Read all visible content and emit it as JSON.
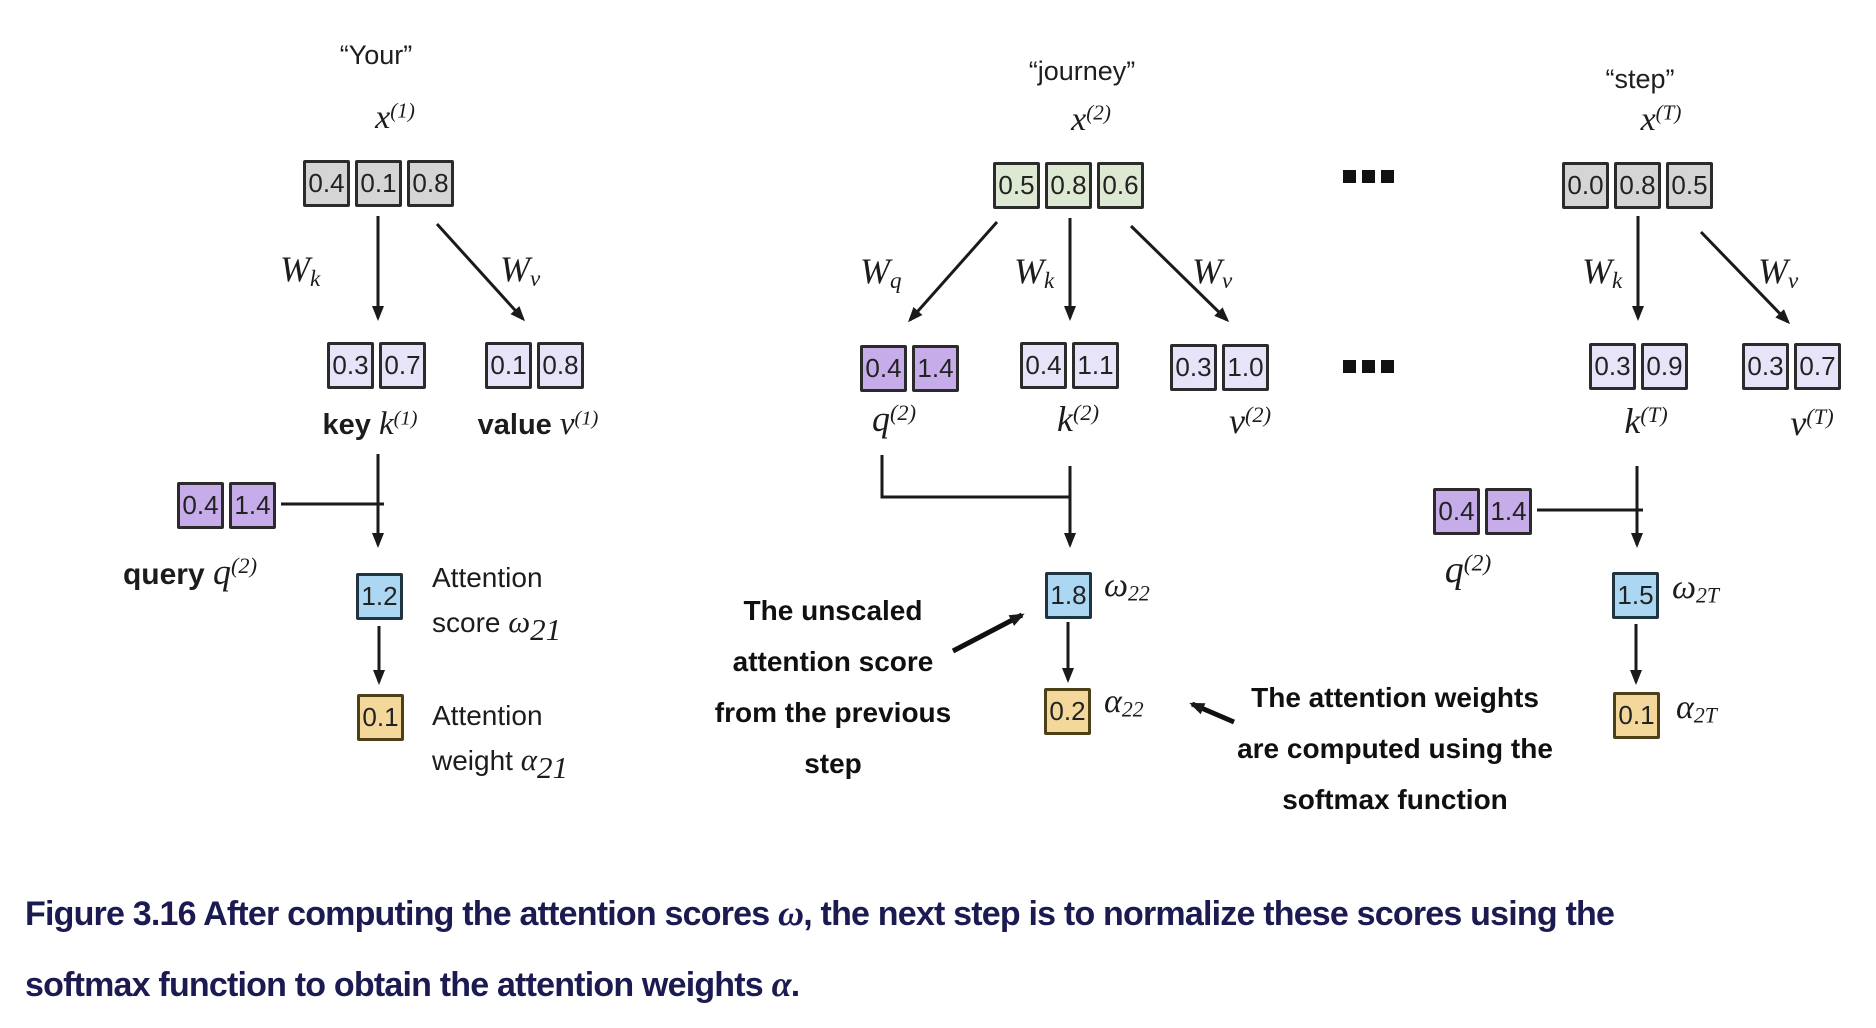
{
  "columns": {
    "col1": {
      "word": "“Your”",
      "x_base": "x",
      "x_sup": "(1)",
      "x_values": [
        "0.4",
        "0.1",
        "0.8"
      ],
      "wk_base": "W",
      "wk_sub": "k",
      "wv_base": "W",
      "wv_sub": "v",
      "key_word": "key ",
      "key_base": "k",
      "key_sup": "(1)",
      "key_values": [
        "0.3",
        "0.7"
      ],
      "value_word": "value ",
      "value_base": "v",
      "value_sup": "(1)",
      "value_values": [
        "0.1",
        "0.8"
      ],
      "query_word": "query ",
      "query_base": "q",
      "query_sup": "(2)",
      "query_values": [
        "0.4",
        "1.4"
      ],
      "score_value": "1.2",
      "score_line1": "Attention",
      "score_line2": "score ",
      "score_sym": "ω",
      "score_sub": "21",
      "weight_value": "0.1",
      "weight_line1": "Attention",
      "weight_line2": "weight ",
      "weight_sym": "α",
      "weight_sub": "21"
    },
    "col2": {
      "word": "“journey”",
      "x_base": "x",
      "x_sup": "(2)",
      "x_values": [
        "0.5",
        "0.8",
        "0.6"
      ],
      "wq_base": "W",
      "wq_sub": "q",
      "wk_base": "W",
      "wk_sub": "k",
      "wv_base": "W",
      "wv_sub": "v",
      "q_base": "q",
      "q_sup": "(2)",
      "q_values": [
        "0.4",
        "1.4"
      ],
      "k_base": "k",
      "k_sup": "(2)",
      "k_values": [
        "0.4",
        "1.1"
      ],
      "v_base": "v",
      "v_sup": "(2)",
      "v_values": [
        "0.3",
        "1.0"
      ],
      "score_value": "1.8",
      "score_sym": "ω",
      "score_sub": "22",
      "weight_value": "0.2",
      "weight_sym": "α",
      "weight_sub": "22"
    },
    "col3": {
      "word": "“step”",
      "x_base": "x",
      "x_sup": "(T)",
      "x_values": [
        "0.0",
        "0.8",
        "0.5"
      ],
      "wk_base": "W",
      "wk_sub": "k",
      "wv_base": "W",
      "wv_sub": "v",
      "k_base": "k",
      "k_sup": "(T)",
      "k_values": [
        "0.3",
        "0.9"
      ],
      "v_base": "v",
      "v_sup": "(T)",
      "v_values": [
        "0.3",
        "0.7"
      ],
      "query_base": "q",
      "query_sup": "(2)",
      "query_values": [
        "0.4",
        "1.4"
      ],
      "score_value": "1.5",
      "score_sym": "ω",
      "score_sub": "2T",
      "weight_value": "0.1",
      "weight_sym": "α",
      "weight_sub": "2T"
    }
  },
  "annotations": {
    "unscaled_lines": [
      "The unscaled",
      "attention score",
      "from the previous",
      "step"
    ],
    "softmax_lines": [
      "The attention weights",
      "are computed using the",
      "softmax function"
    ]
  },
  "ellipsis_label": "...",
  "caption": {
    "l1a": "Figure 3.16 After computing the attention scores ",
    "l1sym": "ω",
    "l1b": ", the next step is to normalize these scores using the",
    "l2a": "softmax function to obtain the attention weights ",
    "l2sym": "α",
    "l2b": "."
  },
  "colors": {
    "box_gray": "#d5d5d5",
    "box_green": "#dde9d2",
    "box_light_purple": "#e7e3f8",
    "box_dark_purple": "#c6ace9",
    "box_blue": "#abd7f3",
    "box_orange": "#f4d89b",
    "caption_navy": "#1b1b52"
  }
}
